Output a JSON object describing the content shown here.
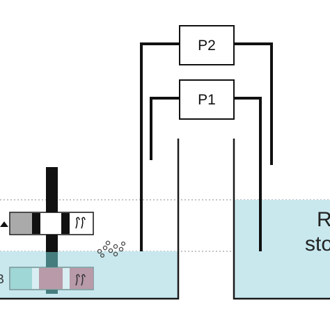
{
  "pumps": [
    {
      "id": "p2",
      "label": "P2"
    },
    {
      "id": "p1",
      "label": "P1"
    }
  ],
  "reservoir": {
    "label_line1": "R",
    "label_line2": "sto"
  },
  "left_tank": {
    "cut_marker": "B"
  },
  "colors": {
    "water": "#c8e8ee",
    "wall": "#1a1a1a",
    "pipe": "#111111",
    "dotted_line": "#888888",
    "block_gray": "#aaaaaa",
    "block_mauve": "#b89aa8",
    "block_black": "#111111"
  },
  "icons": {
    "float_arrow": "triangle-up-icon",
    "sensor_marks": "wave-marks-icon",
    "bubbles": "bubble-icon"
  }
}
